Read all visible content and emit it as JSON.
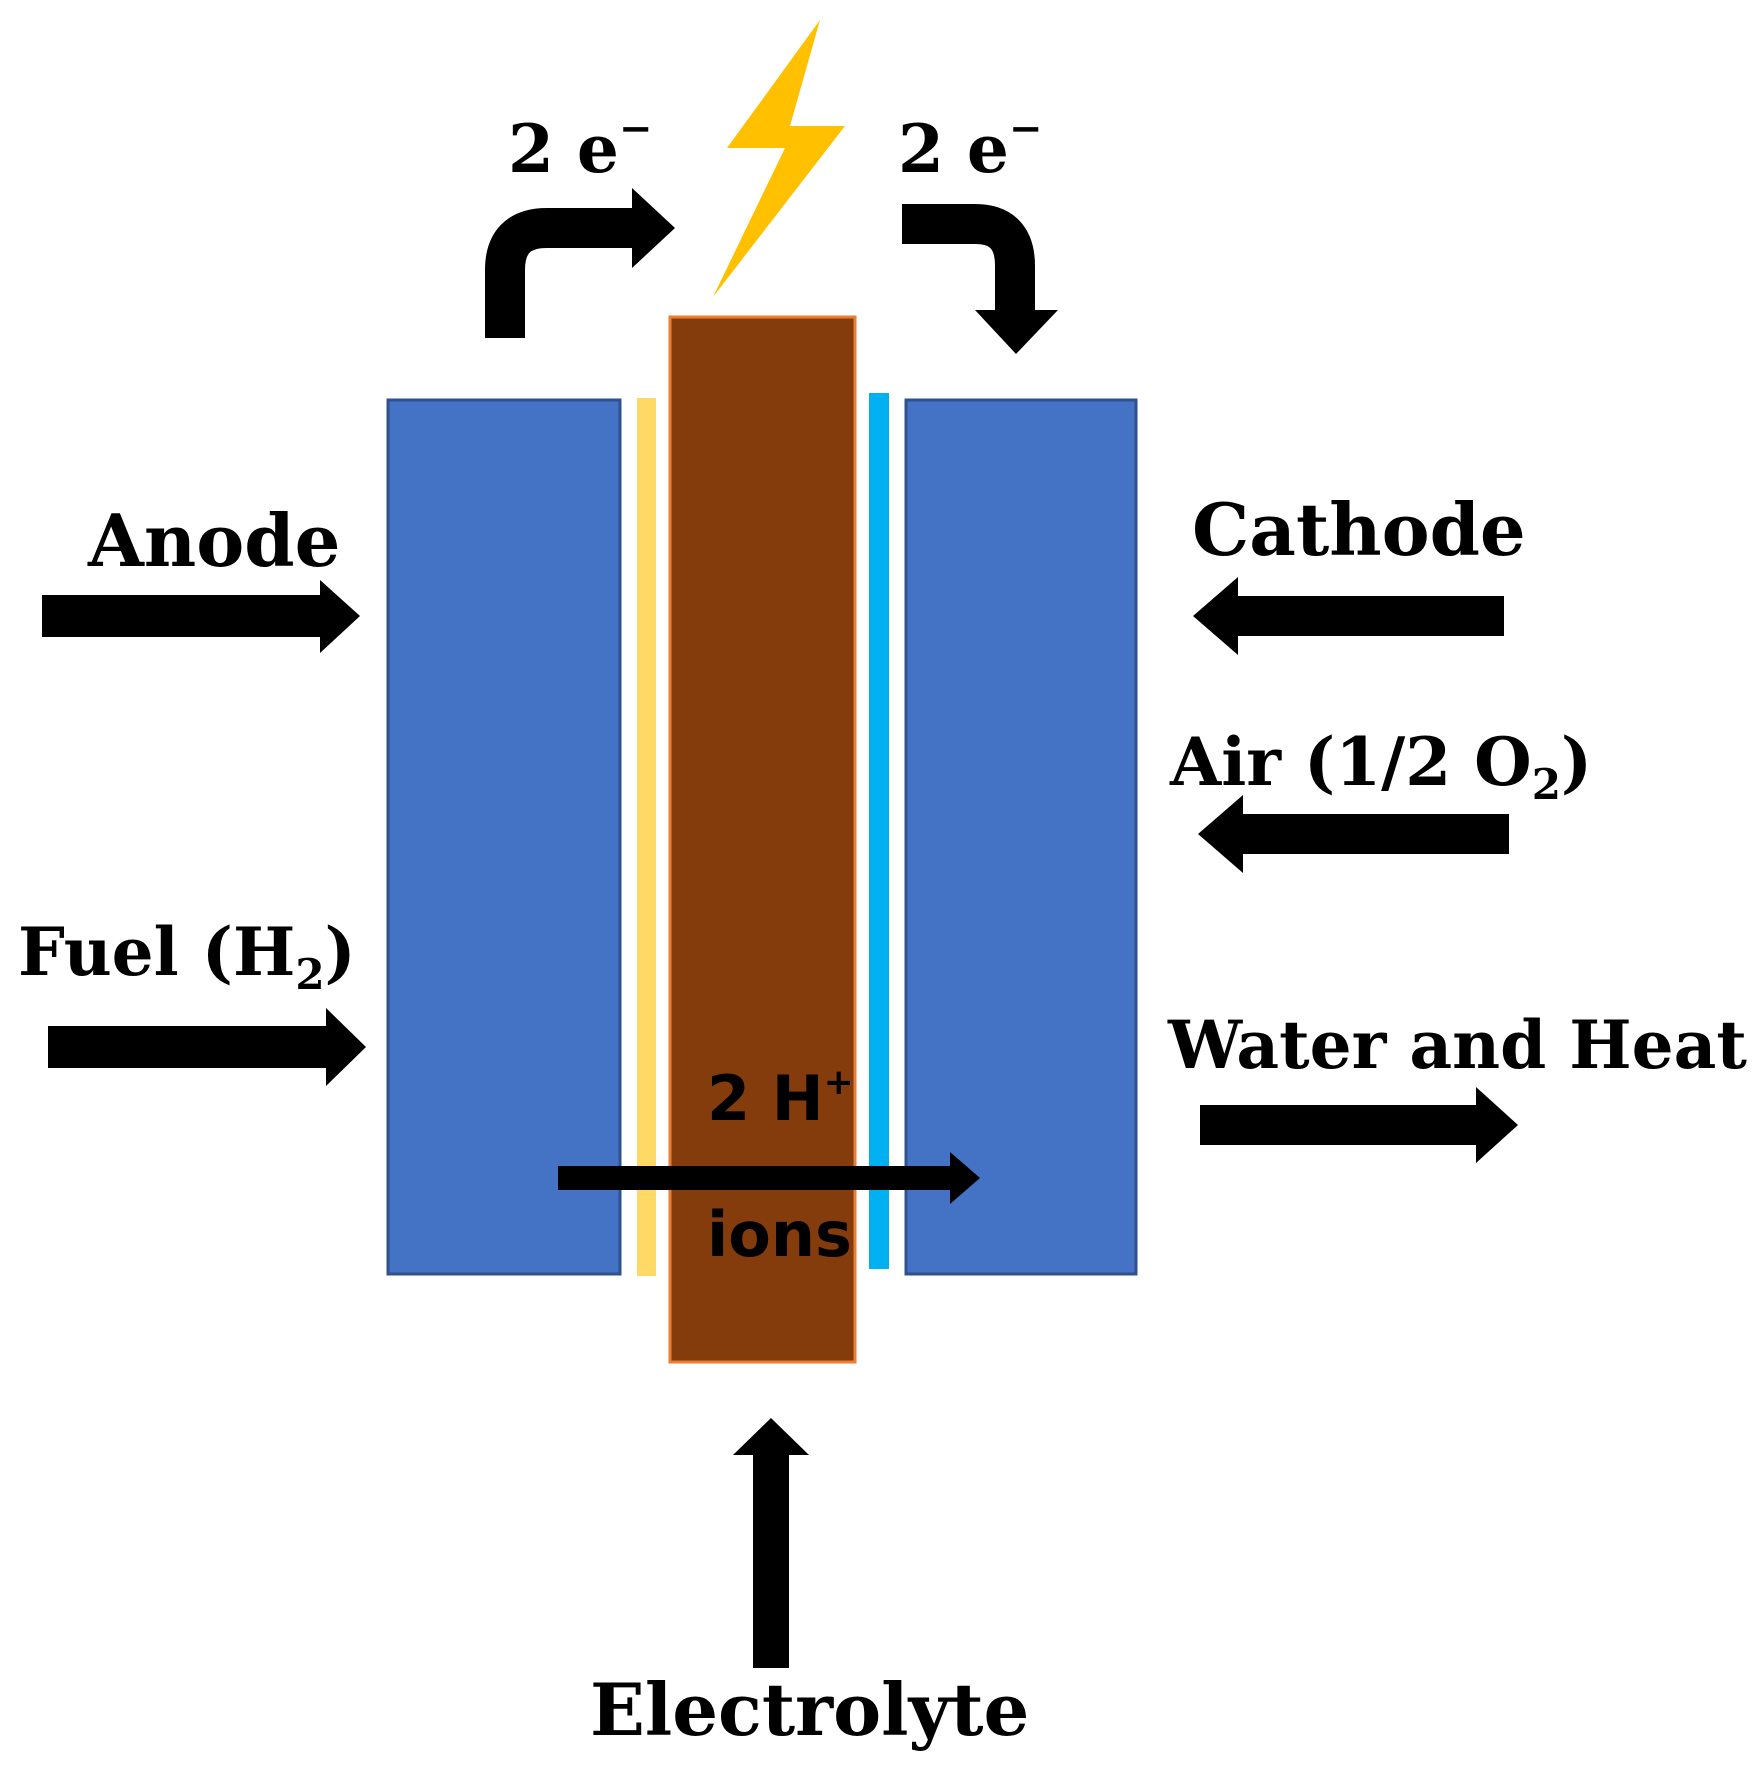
{
  "labels": {
    "electron_left_base": "2 e",
    "electron_left_sup": "−",
    "electron_right_base": "2 e",
    "electron_right_sup": "−",
    "anode": "Anode",
    "fuel_base": "Fuel (H",
    "fuel_sub": "2",
    "fuel_close": ")",
    "cathode": "Cathode",
    "air_base": "Air (1/2 O",
    "air_sub": "2",
    "air_close": ")",
    "water_heat": "Water and Heat",
    "proton_base": "2 H",
    "proton_sup": "+",
    "ions": "ions",
    "electrolyte": "Electrolyte"
  },
  "icons": {
    "lightning": "lightning-bolt-icon"
  },
  "colors": {
    "electrode": "#4472C4",
    "electrode_border": "#2F528F",
    "electrolyte": "#843C0C",
    "electrolyte_border": "#ED7D31",
    "anode_catalyst": "#FFD966",
    "cathode_catalyst": "#00B0F0",
    "lightning": "#FFC000",
    "arrow": "#000000"
  }
}
